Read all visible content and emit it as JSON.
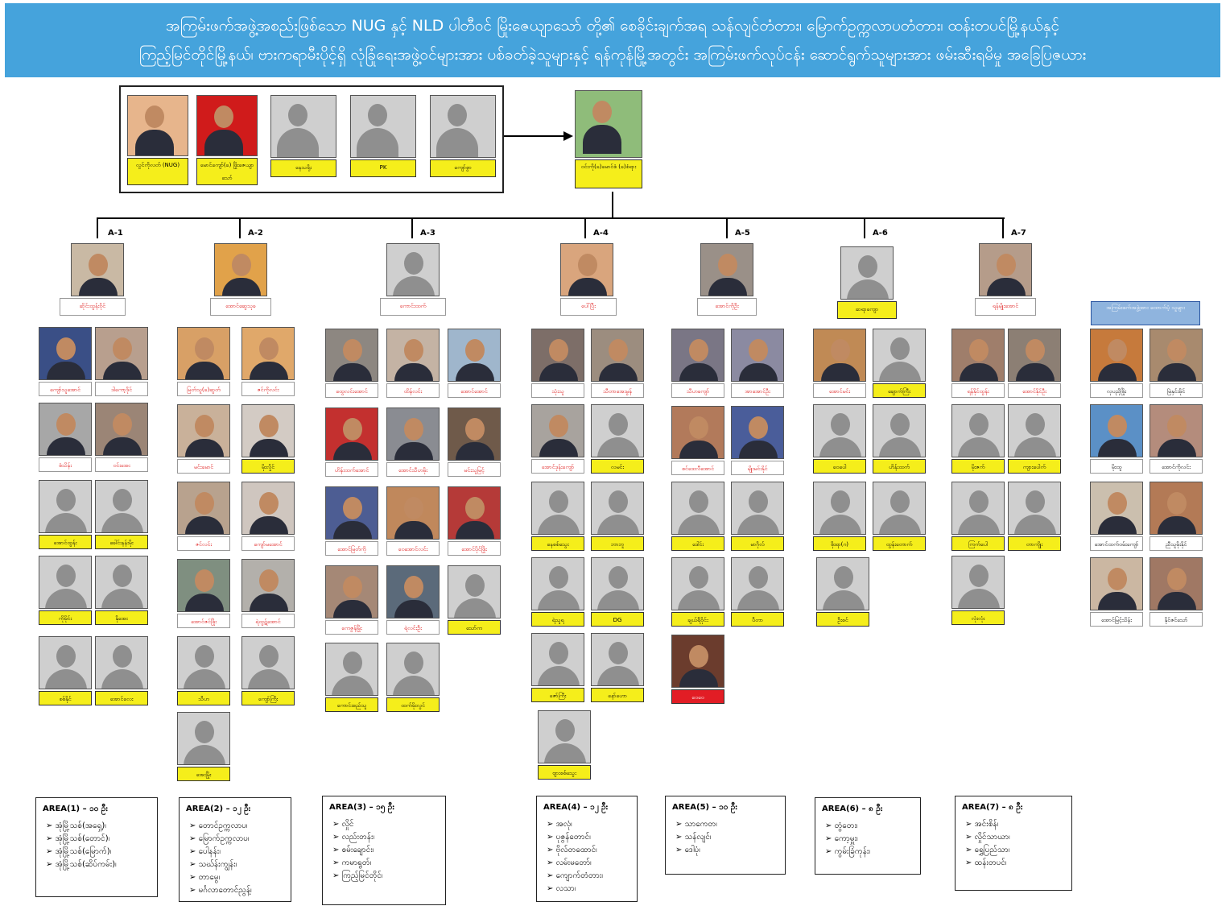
{
  "banner": {
    "line1": "အကြမ်းဖက်အဖွဲ့အစည်းဖြစ်သော NUG နှင့် NLD ပါတီဝင် မြိုးဇေယျာသော် တို့၏ စေခိုင်းချက်အရ သန်လျင်တံတား၊ မြောက်ဥက္ကလာပတံတား၊ ထန်းတပင်မြို့နယ်နှင့်",
    "line2": "ကြည့်မြင်တိုင်မြို့နယ်၊ ဗားကရာမီးပိုင့်ရှိ လုံခြုံရေးအဖွဲ့ဝင်များအား ပစ်ခတ်ခဲ့သူများနှင့် ရန်ကုန်မြို့အတွင်း အကြမ်းဖက်လုပ်ငန်း ဆောင်ရွက်သူများအား ဖမ်းဆီးရမိမှု အခြေပြဇယား"
  },
  "leaders": [
    "လွင်ကိုလတ် (NUG)",
    "မောင်ကျော်(ခ) ဖြိုးဇေယျာသော်",
    "နေသရိုး",
    "PK",
    "ကျော်စွာ"
  ],
  "commander": "ဝင်းကို(ခ)မောင်စံ (ခ)စံရား",
  "groups": [
    {
      "tag": "A-1",
      "leader": "ဆိုင်းထွန်းဝိုင်"
    },
    {
      "tag": "A-2",
      "leader": "အောင်ဆွေသုခ"
    },
    {
      "tag": "A-3",
      "leader": "ကောင်းထက်"
    },
    {
      "tag": "A-4",
      "leader": "ပေါ်ပြီး"
    },
    {
      "tag": "A-5",
      "leader": "အောင်ကိုဦး"
    },
    {
      "tag": "A-6",
      "leader": "ဆရာကျော"
    },
    {
      "tag": "A-7",
      "leader": "ရန်မျိုးအောင်"
    }
  ],
  "members": {
    "A1": [
      "ကျော်သူအောင်",
      "ဒါကော့ဒိုင်",
      "စံသိန်း",
      "ဝင်းအေး",
      "အောင်ထွန်း",
      "ခေါင်းနန်းမိုး",
      "ကိုမိုင်း",
      "နိုအေး",
      "စစ်နိုင်",
      "အောင်လေး"
    ],
    "A2": [
      "မြတ်သူ(ခ)ဆွတ်",
      "ဇင်ကိုလင်း",
      "မင်းမောင်",
      "မိုးလှိုင်",
      "ဇင်လင်း",
      "ကျော်မအောင်",
      "အောင်ဇင်ဖြိုး",
      "ရဲထွဋ်အောင်",
      "သီဟ",
      "ကျော်ကြီး",
      "အေးမြိုး"
    ],
    "A3": [
      "ထွေလင်းအောင်",
      "ထိန်လင်း",
      "အောင်အောင်",
      "ဟိန်းထက်အောင်",
      "အောင်သီဟမိုး",
      "မင်းသူမြင့်",
      "အောင်မြတ်ကို",
      "ဝေအောင်လင်း",
      "အောင်ပိုင်ဖြိုး",
      "ကေဇွန်မြိုး",
      "ရဲလင်းဦး",
      "သော်က",
      "ကောင်းစည်သူ",
      "ထက်မိုးလွင်"
    ],
    "A4": [
      "သုံးသူ",
      "သီတာအေးမွန်",
      "အောင်ဒုန်းကျော်",
      "လမင်း",
      "နေစစ်သွေး",
      "ဘာဘူ",
      "ရဲသူရ",
      "DG",
      "ဇော်ကြီး",
      "နော်ဟော",
      "ဗျားစစ်သွေး"
    ],
    "A5": [
      "သီဟကျော်",
      "အာအောင်ဦး",
      "စင်ဒေးလီအောင်",
      "မျိုးမင်းနိုင်",
      "ဒေါင်း",
      "မာဂိုလ်",
      "ချယ်ရီဝိုင်း",
      "ပီတာ",
      "ဝေဝေ"
    ],
    "A6": [
      "အောင်မင်း",
      "ချောက်ကြီး",
      "ဝေပေါ",
      "ဟိန်းထက်",
      "စိုးရာ(ဂ)",
      "ထွန်းတောက်",
      "ဦးစင်"
    ],
    "A7": [
      "ရန်နိုင်ထွန်း",
      "အောင်နိုင်ဦး",
      "မိုးဇက်",
      "ကျားပေါက်",
      "ကြက်ပေါ",
      "တာကျိုး",
      "လုံးလုံး"
    ],
    "side": [
      "လှပညိုဖြိုး",
      "မြဲနှင်းမိုင်",
      "မိုးထူ",
      "အောင်ကိုလင်း",
      "အောင်ထက်ဝမ်းကျော်",
      "ညီသူမိုးနိုင်",
      "အောင်မြင့်သိန်း",
      "နိုင်ဇင်သော်"
    ]
  },
  "side_title": "အကြမ်းဖက်အဖွဲ့အား ထောက်ပံ့ သူများ",
  "areas": [
    {
      "title": "AREA(1) – ၁၀ ဦး",
      "items": [
        "အုံမြို့သစ်(အရှေ့)၊",
        "အုံမြို့သစ်(တောင်)၊",
        "အုံမြို့သစ်(မြောက်)၊",
        "အုံမြို့သစ်(ဆိပ်ကမ်း)၊"
      ]
    },
    {
      "title": "AREA(2) – ၁၂ ဦး",
      "items": [
        "တောင်ဥက္ကလာပ၊",
        "မြောက်ဥက္ကလာပ၊",
        "ပေါနန်း၊",
        "သဃ်န်းကျွန်း၊",
        "တာမွေ၊",
        "မင်္ဂလာတောင်ညွန့်၊"
      ]
    },
    {
      "title": "AREA(3) – ၁၅ ဦး",
      "items": [
        "လှိုင်",
        "လည်းတန်း၊",
        "စမ်းချောင်း၊",
        "ကမာရွတ်၊",
        "ကြည့်မြင်တိုင်၊"
      ]
    },
    {
      "title": "AREA(4) – ၁၂ ဦး",
      "items": [
        "အလုံ၊",
        "ပုဇွန်တောင်၊",
        "ဗိုလ်တထောင်၊",
        "လမ်းမတော်၊",
        "ကျောက်တံတား၊",
        "လသာ၊"
      ]
    },
    {
      "title": "AREA(5) – ၁၀ ဦး",
      "items": [
        "သာကေတ၊",
        "သန်လျင်၊",
        "ဒေါပုံ၊"
      ]
    },
    {
      "title": "AREA(6) – ၈ ဦး",
      "items": [
        "တွံတေး၊",
        "ကော့မှူး၊",
        "ကွမ်းခြံကုန်း၊"
      ]
    },
    {
      "title": "AREA(7) – ၈ ဦး",
      "items": [
        "အင်းစိန်၊",
        "လှိုင်သာယာ၊",
        "ရွှေပြည်သာ၊",
        "ထန်းတပင်၊"
      ]
    }
  ]
}
